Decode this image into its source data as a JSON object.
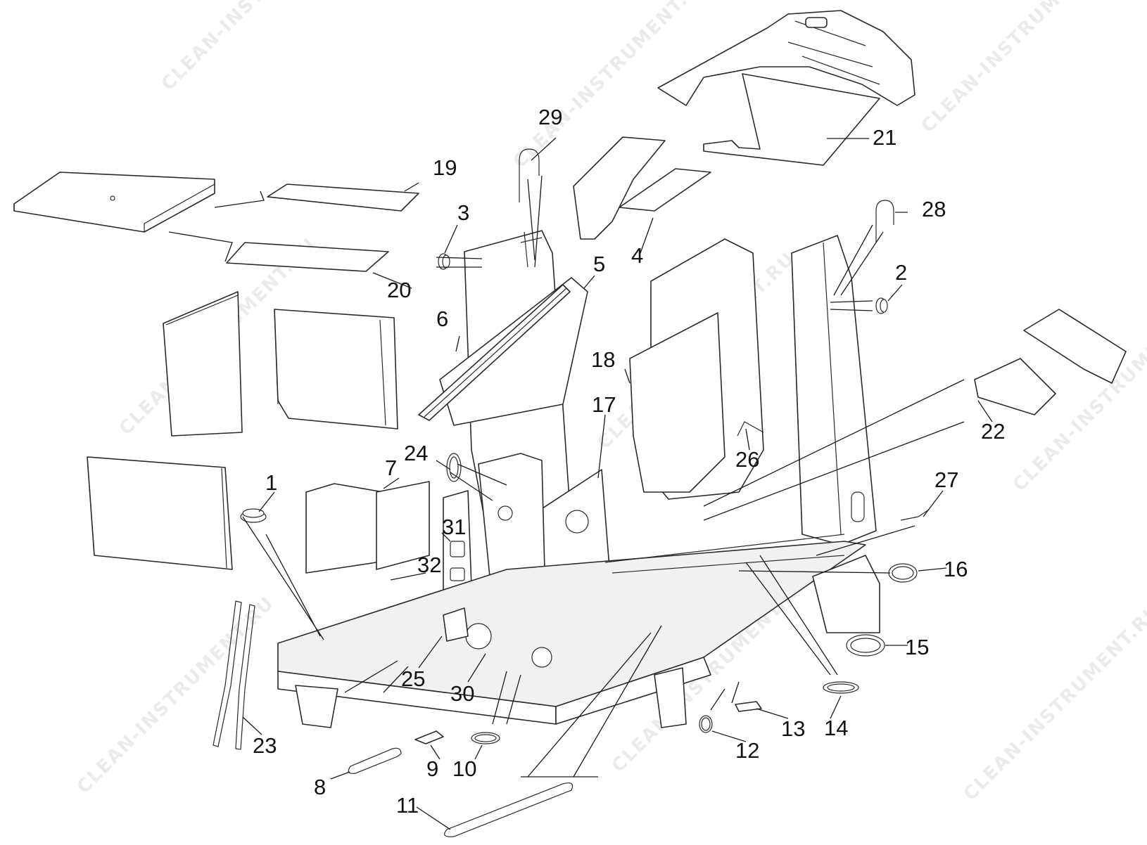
{
  "watermark": "CLEAN-INSTRUMENT.RU",
  "callouts": {
    "c1": "1",
    "c2": "2",
    "c3": "3",
    "c4": "4",
    "c5": "5",
    "c6": "6",
    "c7": "7",
    "c8": "8",
    "c9": "9",
    "c10": "10",
    "c11": "11",
    "c12": "12",
    "c13": "13",
    "c14": "14",
    "c15": "15",
    "c16": "16",
    "c17": "17",
    "c18": "18",
    "c19": "19",
    "c20": "20",
    "c21": "21",
    "c22": "22",
    "c23": "23",
    "c24": "24",
    "c25": "25",
    "c26": "26",
    "c27": "27",
    "c28": "28",
    "c29": "29",
    "c30": "30",
    "c31": "31",
    "c32": "32"
  }
}
